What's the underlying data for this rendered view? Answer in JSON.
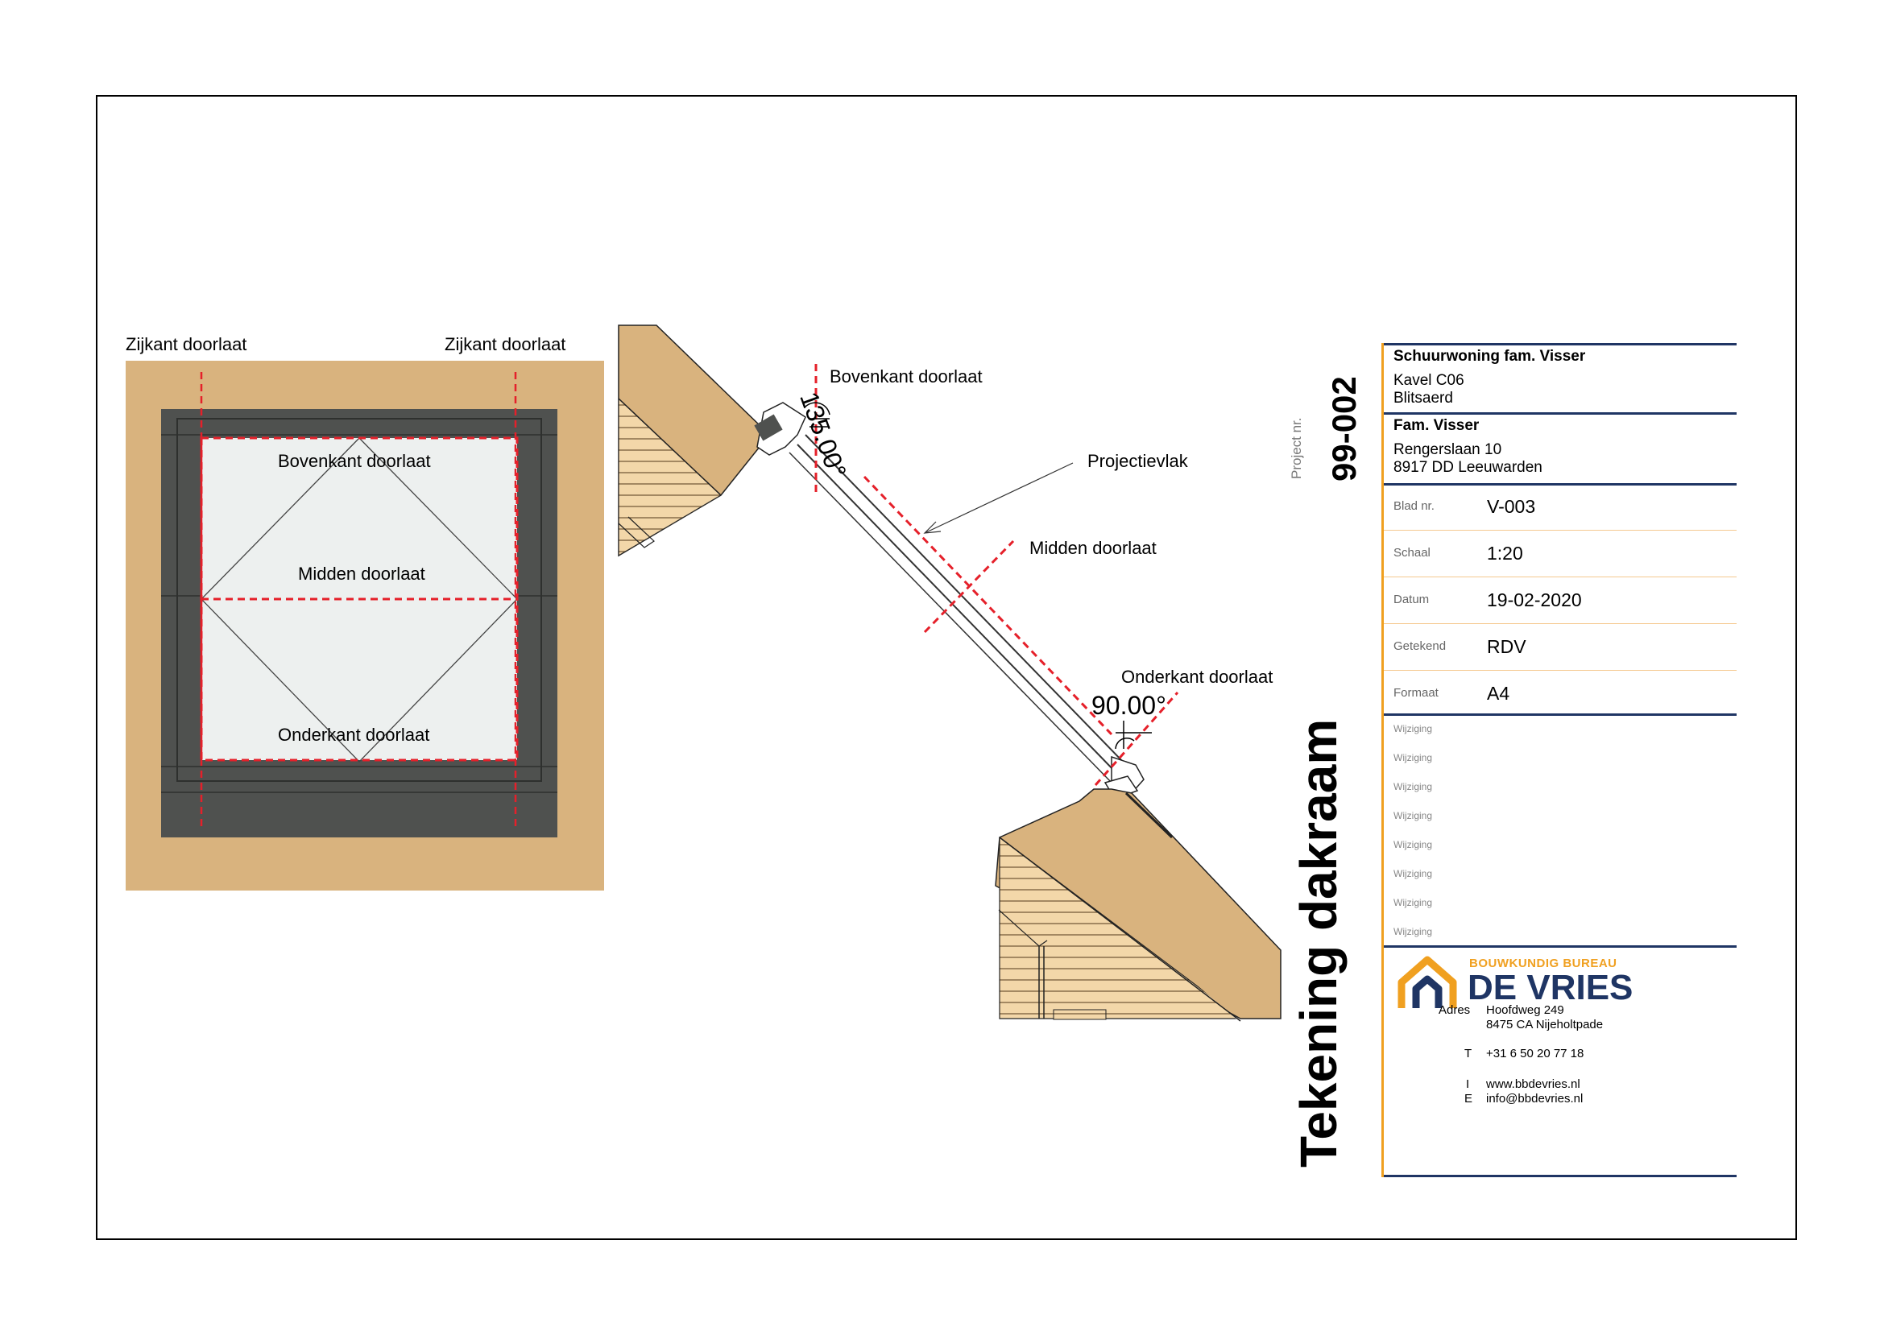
{
  "labels": {
    "plan_side_left": "Zijkant  doorlaat",
    "plan_side_right": "Zijkant  doorlaat",
    "plan_top": "Bovenkant  doorlaat",
    "plan_middle": "Midden doorlaat",
    "plan_bottom": "Onderkant doorlaat",
    "section_top": "Bovenkant  doorlaat",
    "section_projection": "Projectievlak",
    "section_middle": "Midden doorlaat",
    "section_bottom": "Onderkant doorlaat",
    "angle_top": "135.00°",
    "angle_bottom": "90.00°"
  },
  "drawing_title": "Tekening dakraam",
  "project": {
    "label": "Project nr.",
    "number": "99-002"
  },
  "title_block": {
    "project_name": "Schuurwoning fam. Visser",
    "project_lines": [
      "Kavel C06",
      "Blitsaerd"
    ],
    "client_name": "Fam. Visser",
    "client_lines": [
      "Rengerslaan 10",
      "8917 DD Leeuwarden"
    ],
    "fields": [
      {
        "label": "Blad nr.",
        "value": "V-003"
      },
      {
        "label": "Schaal",
        "value": "1:20"
      },
      {
        "label": "Datum",
        "value": "19-02-2020"
      },
      {
        "label": "Getekend",
        "value": "RDV"
      },
      {
        "label": "Formaat",
        "value": "A4"
      }
    ],
    "revisions": [
      "Wijziging",
      "Wijziging",
      "Wijziging",
      "Wijziging",
      "Wijziging",
      "Wijziging",
      "Wijziging",
      "Wijziging"
    ]
  },
  "company": {
    "tagline": "BOUWKUNDIG BUREAU",
    "name": "DE VRIES",
    "address_label": "Adres",
    "address_lines": [
      "Hoofdweg 249",
      "8475 CA Nijeholtpade"
    ],
    "phone_label": "T",
    "phone": "+31 6 50 20 77 18",
    "web_label": "I",
    "web": "www.bbdevries.nl",
    "email_label": "E",
    "email": "info@bbdevries.nl"
  },
  "colors": {
    "wood": "#d9b37e",
    "frame_dark": "#4f514f",
    "glass": "#edf0ef",
    "dash_red": "#e5202a",
    "orange": "#f0a020",
    "navy": "#1f3564"
  }
}
